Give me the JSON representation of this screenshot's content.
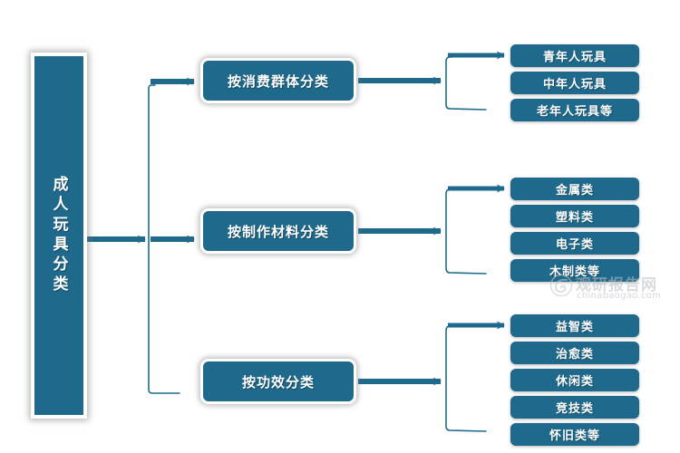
{
  "diagram": {
    "title": "成人玩具分类",
    "accent_color": "#1f6a8c",
    "text_color": "#ffffff",
    "background_color": "#ffffff",
    "root": {
      "label": "成人玩具分类"
    },
    "branches": [
      {
        "label": "按消费群体分类",
        "leaves": [
          {
            "label": "青年人玩具"
          },
          {
            "label": "中年人玩具"
          },
          {
            "label": "老年人玩具等"
          }
        ]
      },
      {
        "label": "按制作材料分类",
        "leaves": [
          {
            "label": "金属类"
          },
          {
            "label": "塑料类"
          },
          {
            "label": "电子类"
          },
          {
            "label": "木制类等"
          }
        ]
      },
      {
        "label": "按功效分类",
        "leaves": [
          {
            "label": "益智类"
          },
          {
            "label": "治愈类"
          },
          {
            "label": "休闲类"
          },
          {
            "label": "竞技类"
          },
          {
            "label": "怀旧类等"
          }
        ]
      }
    ]
  },
  "watermark": {
    "name": "观研报告网",
    "domain": "chinabaogao.com"
  }
}
